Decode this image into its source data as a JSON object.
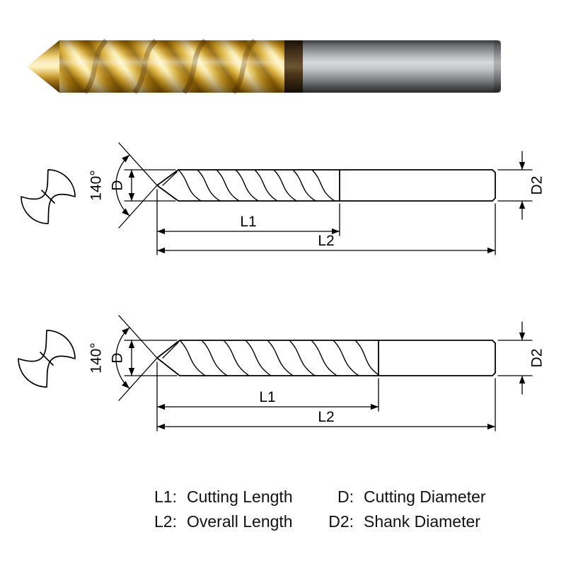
{
  "colors": {
    "line": "#000000",
    "gold": "#d9a62c",
    "gold_highlight": "#fdf3c0",
    "shank_gray": "#aeb1b4",
    "junction_brown": "#4a3518",
    "background": "#ffffff"
  },
  "diagrams": [
    {
      "angle": "140°",
      "d": "D",
      "l1": "L1",
      "l2": "L2",
      "d2": "D2"
    },
    {
      "angle": "140°",
      "d": "D",
      "l1": "L1",
      "l2": "L2",
      "d2": "D2"
    }
  ],
  "legend": {
    "rows": [
      {
        "key1": "L1:",
        "val1": "Cutting Length",
        "key2": "D:",
        "val2": "Cutting Diameter"
      },
      {
        "key1": "L2:",
        "val1": "Overall Length",
        "key2": "D2:",
        "val2": "Shank Diameter"
      }
    ]
  }
}
